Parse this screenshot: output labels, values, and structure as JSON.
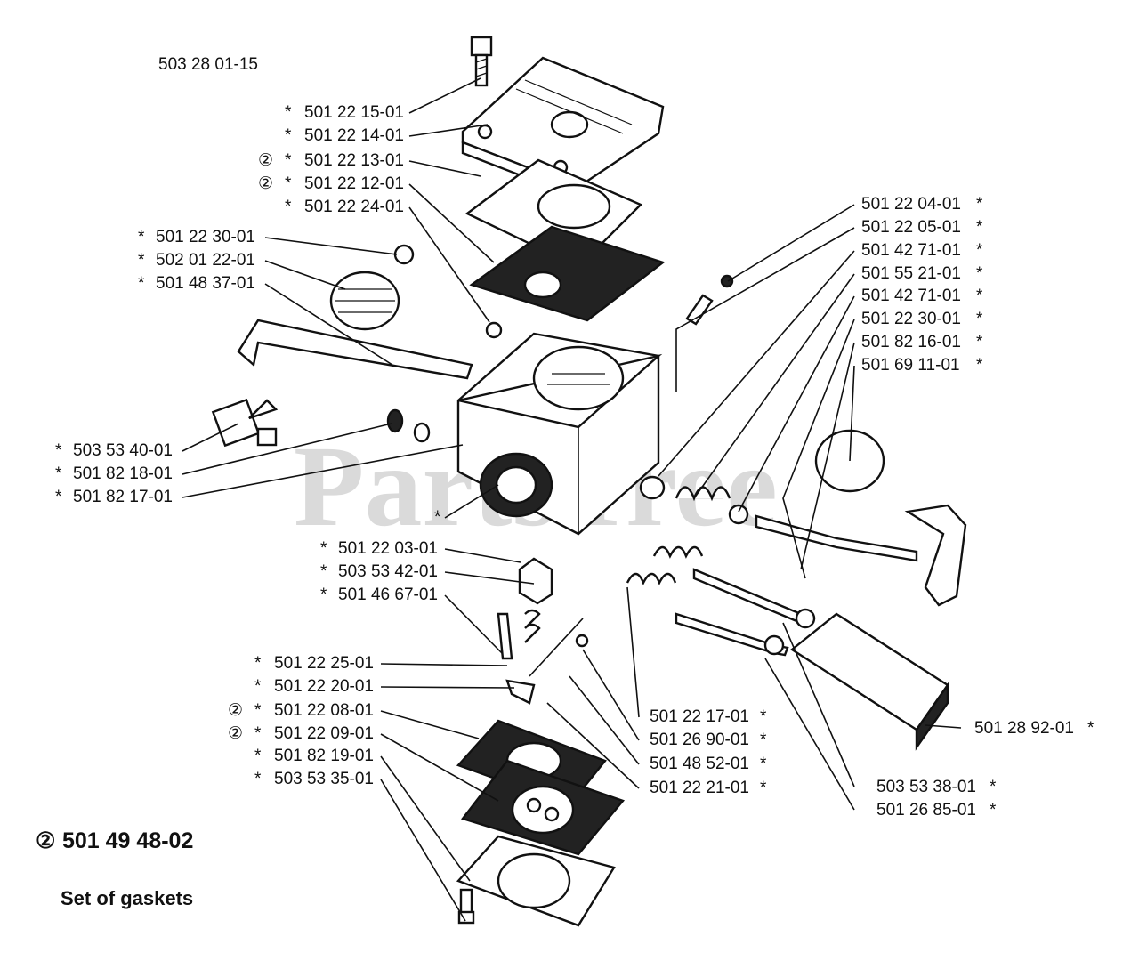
{
  "header_code": "503 28 01-15",
  "watermark": "PartsTree",
  "gasket_set": {
    "symbol": "②",
    "code": "501 49 48-02",
    "label": "Set of gaskets"
  },
  "left_callouts": [
    {
      "code": "501 22 15-01",
      "mark": "*",
      "sym": ""
    },
    {
      "code": "501 22 14-01",
      "mark": "*",
      "sym": ""
    },
    {
      "code": "501 22 13-01",
      "mark": "*",
      "sym": "②"
    },
    {
      "code": "501 22 12-01",
      "mark": "*",
      "sym": "②"
    },
    {
      "code": "501 22 24-01",
      "mark": "*",
      "sym": ""
    },
    {
      "code": "501 22 30-01",
      "mark": "*",
      "sym": ""
    },
    {
      "code": "502 01 22-01",
      "mark": "*",
      "sym": ""
    },
    {
      "code": "501 48 37-01",
      "mark": "*",
      "sym": ""
    },
    {
      "code": "503 53 40-01",
      "mark": "*",
      "sym": ""
    },
    {
      "code": "501 82 18-01",
      "mark": "*",
      "sym": ""
    },
    {
      "code": "501 82 17-01",
      "mark": "*",
      "sym": ""
    },
    {
      "code": "501 22 03-01",
      "mark": "*",
      "sym": ""
    },
    {
      "code": "503 53 42-01",
      "mark": "*",
      "sym": ""
    },
    {
      "code": "501 46 67-01",
      "mark": "*",
      "sym": ""
    },
    {
      "code": "501 22 25-01",
      "mark": "*",
      "sym": ""
    },
    {
      "code": "501 22 20-01",
      "mark": "*",
      "sym": ""
    },
    {
      "code": "501 22 08-01",
      "mark": "*",
      "sym": "②"
    },
    {
      "code": "501 22 09-01",
      "mark": "*",
      "sym": "②"
    },
    {
      "code": "501 82 19-01",
      "mark": "*",
      "sym": ""
    },
    {
      "code": "503 53 35-01",
      "mark": "*",
      "sym": ""
    }
  ],
  "right_callouts": [
    {
      "code": "501 22 04-01",
      "mark": "*"
    },
    {
      "code": "501 22 05-01",
      "mark": "*"
    },
    {
      "code": "501 42 71-01",
      "mark": "*"
    },
    {
      "code": "501 55 21-01",
      "mark": "*"
    },
    {
      "code": "501 42 71-01",
      "mark": "*"
    },
    {
      "code": "501 22 30-01",
      "mark": "*"
    },
    {
      "code": "501 82 16-01",
      "mark": "*"
    },
    {
      "code": "501 69 11-01",
      "mark": "*"
    },
    {
      "code": "501 22 17-01",
      "mark": "*"
    },
    {
      "code": "501 26 90-01",
      "mark": "*"
    },
    {
      "code": "501 48 52-01",
      "mark": "*"
    },
    {
      "code": "501 22 21-01",
      "mark": "*"
    },
    {
      "code": "501 28 92-01",
      "mark": "*"
    },
    {
      "code": "503 53 38-01",
      "mark": "*"
    },
    {
      "code": "501 26 85-01",
      "mark": "*"
    }
  ],
  "body_mark": "*"
}
